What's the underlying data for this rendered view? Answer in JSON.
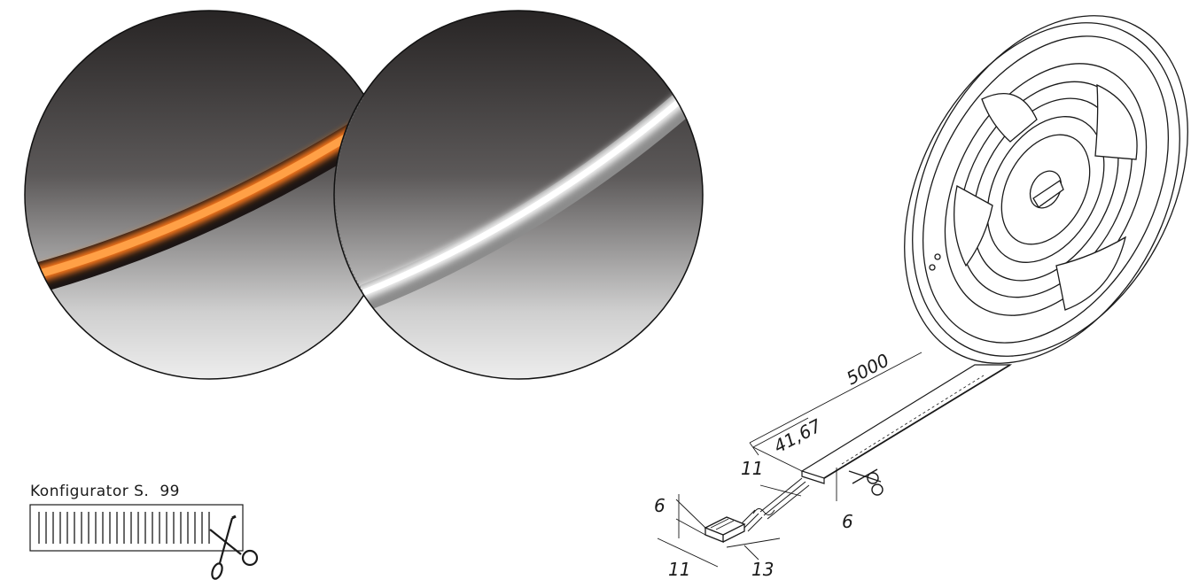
{
  "configurator": {
    "label": "Konfigurator S.",
    "page": "99",
    "scissors_icon": "scissors-icon"
  },
  "photos": {
    "left": {
      "glow_color": "#ff7a1a",
      "background": "#2b2929"
    },
    "right": {
      "glow_color": "#f4f4f4",
      "background": "#2b2929"
    }
  },
  "drawing": {
    "dimensions": {
      "total_length": "5000",
      "segment_length": "41,67",
      "strip_width": "11",
      "strip_height": "6",
      "connector_height": "6",
      "connector_width": "11",
      "connector_length": "13"
    },
    "icons": [
      "reel-icon",
      "scissors-icon",
      "connector-icon"
    ]
  }
}
